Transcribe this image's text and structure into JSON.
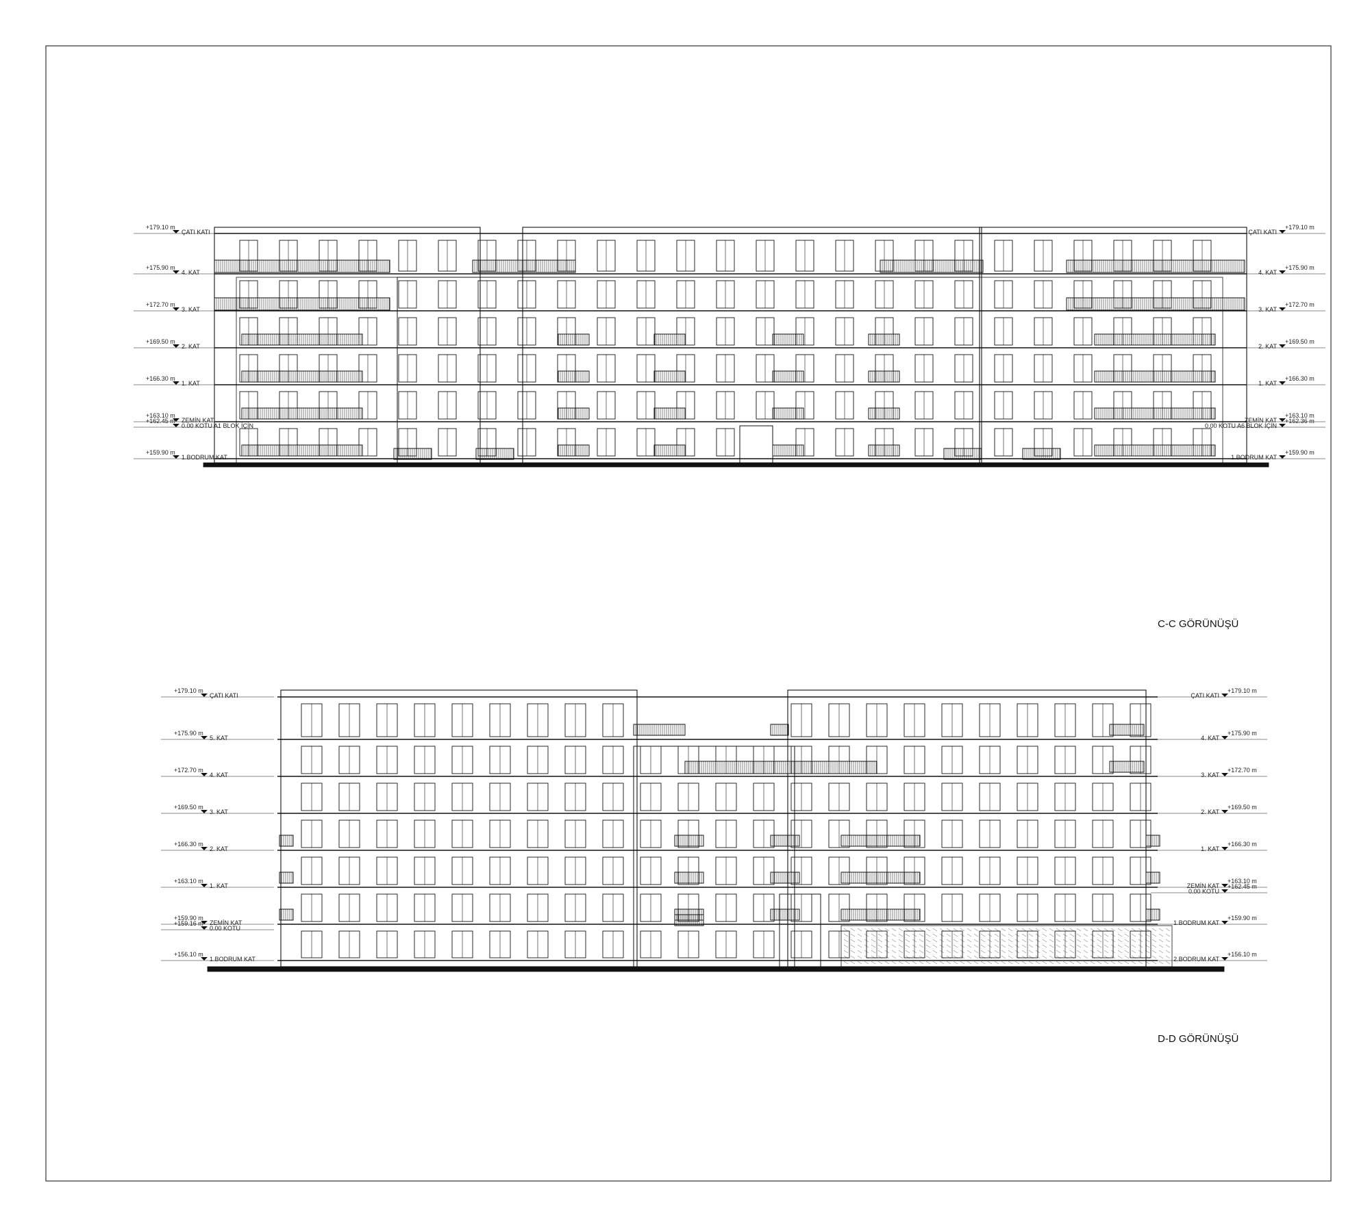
{
  "sheet": {
    "views": [
      {
        "id": "cc",
        "title": "C-C GÖRÜNÜŞÜ",
        "left_levels": [
          {
            "elev": "+179.10 m",
            "name": "ÇATI KATI"
          },
          {
            "elev": "+175.90 m",
            "name": "4. KAT"
          },
          {
            "elev": "+172.70 m",
            "name": "3. KAT"
          },
          {
            "elev": "+169.50 m",
            "name": "2. KAT"
          },
          {
            "elev": "+166.30 m",
            "name": "1. KAT"
          },
          {
            "elev": "+163.10 m",
            "name": "ZEMİN KAT"
          },
          {
            "elev": "+162.45 m",
            "name": "0.00 KOTU A1 BLOK İÇİN"
          },
          {
            "elev": "+159.90 m",
            "name": "1.BODRUM KAT"
          }
        ],
        "right_levels": [
          {
            "elev": "+179.10 m",
            "name": "ÇATI KATI"
          },
          {
            "elev": "+175.90 m",
            "name": "4. KAT"
          },
          {
            "elev": "+172.70 m",
            "name": "3. KAT"
          },
          {
            "elev": "+169.50 m",
            "name": "2. KAT"
          },
          {
            "elev": "+166.30 m",
            "name": "1. KAT"
          },
          {
            "elev": "+163.10 m",
            "name": "ZEMİN KAT"
          },
          {
            "elev": "+162.36 m",
            "name": "0.00 KOTU A6 BLOK İÇİN"
          },
          {
            "elev": "+159.90 m",
            "name": "1.BODRUM KAT"
          }
        ]
      },
      {
        "id": "dd",
        "title": "D-D GÖRÜNÜŞÜ",
        "left_levels": [
          {
            "elev": "+179.10 m",
            "name": "ÇATI KATI"
          },
          {
            "elev": "+175.90 m",
            "name": "5. KAT"
          },
          {
            "elev": "+172.70 m",
            "name": "4. KAT"
          },
          {
            "elev": "+169.50 m",
            "name": "3. KAT"
          },
          {
            "elev": "+166.30 m",
            "name": "2. KAT"
          },
          {
            "elev": "+163.10 m",
            "name": "1. KAT"
          },
          {
            "elev": "+159.90 m",
            "name": "ZEMİN KAT"
          },
          {
            "elev": "+159.16 m",
            "name": "0.00 KOTU"
          },
          {
            "elev": "+156.10 m",
            "name": "1.BODRUM KAT"
          }
        ],
        "right_levels": [
          {
            "elev": "+179.10 m",
            "name": "ÇATI KATI"
          },
          {
            "elev": "+175.90 m",
            "name": "4. KAT"
          },
          {
            "elev": "+172.70 m",
            "name": "3. KAT"
          },
          {
            "elev": "+169.50 m",
            "name": "2. KAT"
          },
          {
            "elev": "+166.30 m",
            "name": "1. KAT"
          },
          {
            "elev": "+163.10 m",
            "name": "ZEMİN KAT"
          },
          {
            "elev": "+162.45 m",
            "name": "0.00 KOTU"
          },
          {
            "elev": "+159.90 m",
            "name": "1.BODRUM KAT"
          },
          {
            "elev": "+156.10 m",
            "name": "2.BODRUM KAT"
          }
        ]
      }
    ]
  }
}
